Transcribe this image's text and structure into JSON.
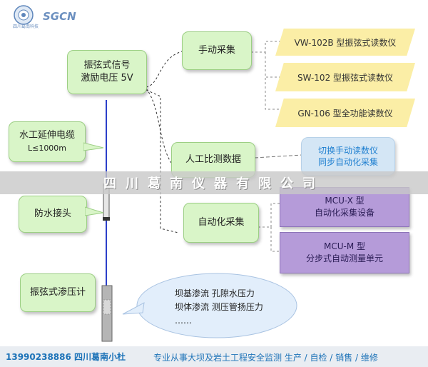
{
  "logo": {
    "text": "SGCN",
    "sub": "四川葛南科技"
  },
  "boxes": {
    "signal": [
      "振弦式信号",
      "激励电压 5V"
    ],
    "cable": [
      "水工延伸电缆",
      "L≤1000m"
    ],
    "joint": "防水接头",
    "gauge": "振弦式渗压计",
    "manual": "手动采集",
    "compare": "人工比测数据",
    "auto": "自动化采集"
  },
  "instruments": [
    "VW-102B 型振弦式读数仪",
    "SW-102 型振弦式读数仪",
    "GN-106 型全功能读数仪"
  ],
  "switch_box": [
    "切换手动读数仪",
    "同步自动化采集"
  ],
  "auto_devices": [
    {
      "title": "MCU-X 型",
      "desc": "自动化采集设备"
    },
    {
      "title": "MCU-M 型",
      "desc": "分步式自动测量单元"
    }
  ],
  "cloud": [
    "坝基渗流 孔隙水压力",
    "坝体渗流 测压管扬压力",
    "……"
  ],
  "banner": "四川葛南仪器有限公司",
  "footer": {
    "left": "13990238886 四川葛南小杜",
    "right": "专业从事大坝及岩土工程安全监测  生产 / 自检 / 销售 / 维修"
  },
  "colors": {
    "callout_fill": "#d9f5c8",
    "instrument_fill": "#fbeea6",
    "device_fill": "#b59bd9",
    "wire": "#2b3fc9"
  }
}
